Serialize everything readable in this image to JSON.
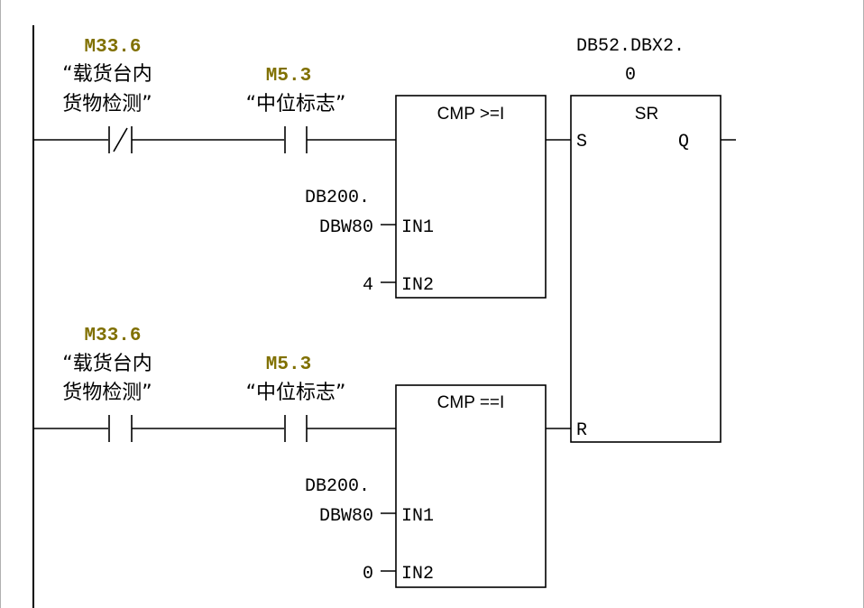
{
  "network": {
    "contacts": {
      "r1_c1": {
        "address": "M33.6",
        "symbol_line1": "“载货台内",
        "symbol_line2": "货物检测”",
        "type": "normally-closed"
      },
      "r1_c2": {
        "address": "M5.3",
        "symbol_line1": "“中位标志”",
        "type": "normally-open"
      },
      "r2_c1": {
        "address": "M33.6",
        "symbol_line1": "“载货台内",
        "symbol_line2": "货物检测”",
        "type": "normally-open"
      },
      "r2_c2": {
        "address": "M5.3",
        "symbol_line1": "“中位标志”",
        "type": "normally-open"
      }
    },
    "cmp_ge": {
      "title": "CMP >=I",
      "in1_operand_line1": "DB200.",
      "in1_operand_line2": "DBW80",
      "in1_pin": "IN1",
      "in2_operand": "4",
      "in2_pin": "IN2"
    },
    "cmp_eq": {
      "title": "CMP ==I",
      "in1_operand_line1": "DB200.",
      "in1_operand_line2": "DBW80",
      "in1_pin": "IN1",
      "in2_operand": "0",
      "in2_pin": "IN2"
    },
    "sr": {
      "address_line1": "DB52.DBX2.",
      "address_line2": "0",
      "title": "SR",
      "set_pin": "S",
      "reset_pin": "R",
      "output_pin": "Q"
    }
  },
  "colors": {
    "address": "#807000",
    "wire": "#000000",
    "background": "#ffffff"
  }
}
